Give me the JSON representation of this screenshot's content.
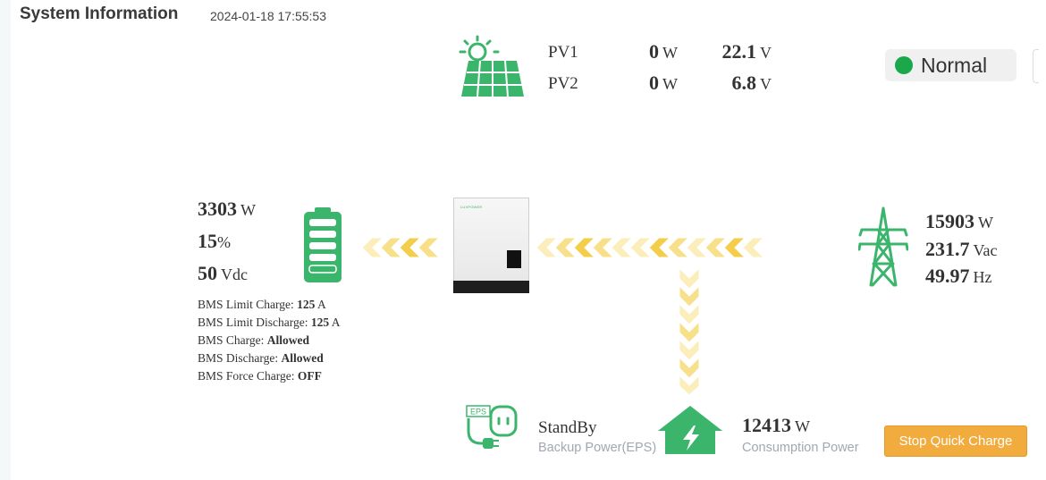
{
  "header": {
    "title": "System Information",
    "timestamp": "2024-01-18 17:55:53"
  },
  "pv": {
    "rows": [
      {
        "label": "PV1",
        "power": "0",
        "power_unit": "W",
        "voltage": "22.1",
        "voltage_unit": "V"
      },
      {
        "label": "PV2",
        "power": "0",
        "power_unit": "W",
        "voltage": "6.8",
        "voltage_unit": "V"
      }
    ]
  },
  "status": {
    "label": "Normal",
    "color": "#1aa84b"
  },
  "battery": {
    "power": "3303",
    "power_unit": "W",
    "soc": "15",
    "soc_unit": "%",
    "voltage": "50",
    "voltage_unit": "Vdc",
    "bms": [
      {
        "label": "BMS Limit Charge: ",
        "value": "125",
        "unit": " A"
      },
      {
        "label": "BMS Limit Discharge: ",
        "value": "125",
        "unit": " A"
      },
      {
        "label": "BMS Charge: ",
        "value": "Allowed",
        "unit": ""
      },
      {
        "label": "BMS Discharge: ",
        "value": "Allowed",
        "unit": ""
      },
      {
        "label": "BMS Force Charge: ",
        "value": "OFF",
        "unit": ""
      }
    ]
  },
  "inverter": {
    "brand": "LUXPOWER"
  },
  "grid": {
    "power": "15903",
    "power_unit": "W",
    "voltage": "231.7",
    "voltage_unit": "Vac",
    "frequency": "49.97",
    "frequency_unit": "Hz"
  },
  "eps": {
    "badge": "EPS",
    "status": "StandBy",
    "label": "Backup Power(EPS)"
  },
  "consumption": {
    "power": "12413",
    "power_unit": "W",
    "label": "Consumption Power"
  },
  "actions": {
    "stop_quick_charge": "Stop Quick Charge"
  },
  "colors": {
    "accent_green": "#3bb56b",
    "flow_yellow": "#f5d66b",
    "button_orange": "#f1ac3d"
  }
}
